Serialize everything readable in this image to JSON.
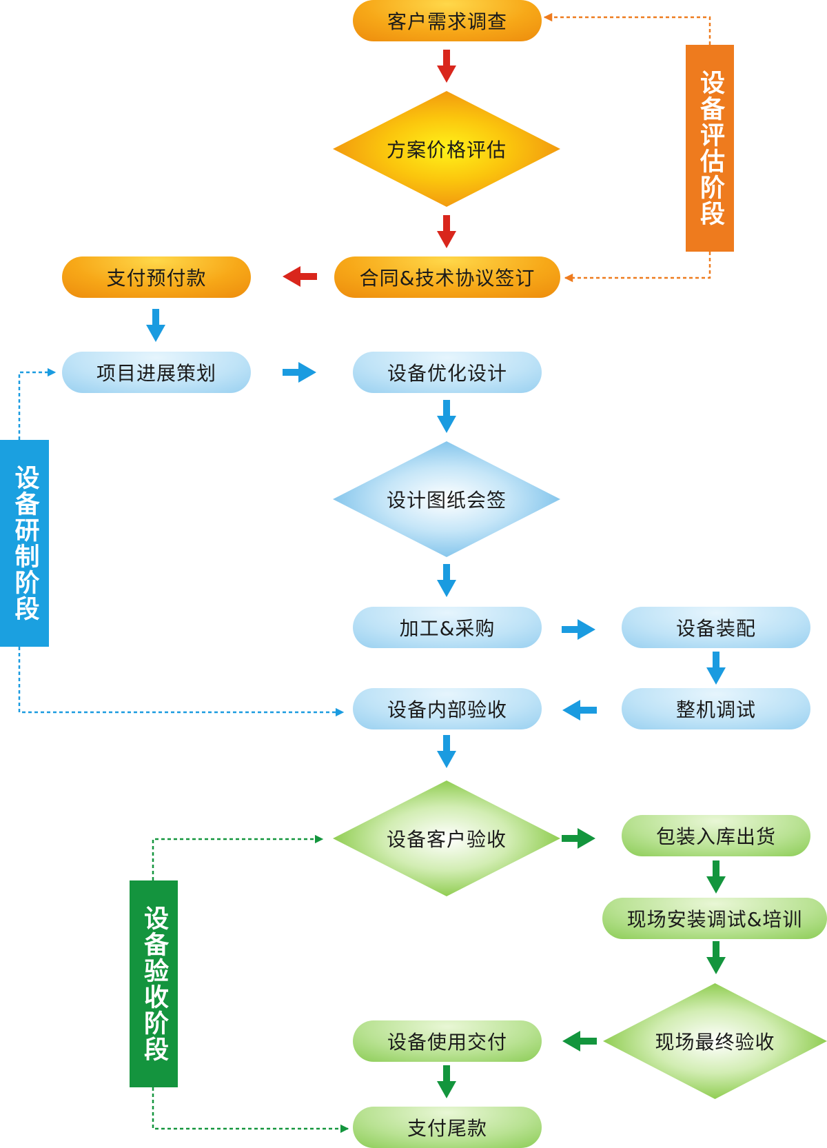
{
  "nodes": {
    "customer_survey": "客户需求调查",
    "plan_price_eval": "方案价格评估",
    "contract_sign": "合同&技术协议签订",
    "advance_payment": "支付预付款",
    "project_planning": "项目进展策划",
    "design_optimize": "设备优化设计",
    "drawing_review": "设计图纸会签",
    "processing_purchase": "加工&采购",
    "assembly": "设备装配",
    "commissioning": "整机调试",
    "internal_acceptance": "设备内部验收",
    "customer_acceptance": "设备客户验收",
    "packing_shipping": "包装入库出货",
    "onsite_install_training": "现场安装调试&培训",
    "final_acceptance": "现场最终验收",
    "delivery": "设备使用交付",
    "final_payment": "支付尾款"
  },
  "stages": {
    "evaluation": "设备评估阶段",
    "development": "设备研制阶段",
    "acceptance": "设备验收阶段"
  },
  "colors": {
    "orange_stage": "#ee7b1e",
    "blue_stage": "#1ba0e0",
    "green_stage": "#14943e",
    "red_arrow": "#d9261c",
    "blue_arrow": "#1a9be0",
    "green_arrow": "#13953d"
  }
}
